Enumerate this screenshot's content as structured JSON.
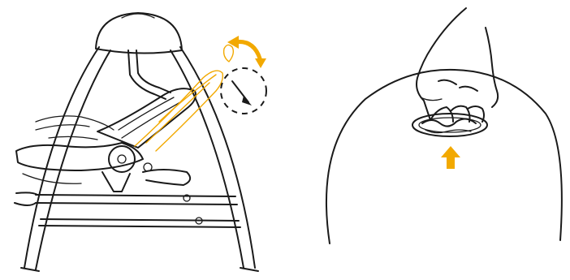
{
  "figure": {
    "steps": [
      {
        "id": "recline",
        "icons": [
          "swing-frame",
          "seat-recline-arrow",
          "recline-dial-icon"
        ]
      },
      {
        "id": "canopy-release",
        "icons": [
          "hand",
          "release-button",
          "up-arrow-icon"
        ]
      }
    ]
  },
  "colors": {
    "line": "#1a1a1a",
    "accent": "#f2a900",
    "fabric_gray": "#8f8f8f",
    "background": "#ffffff"
  }
}
